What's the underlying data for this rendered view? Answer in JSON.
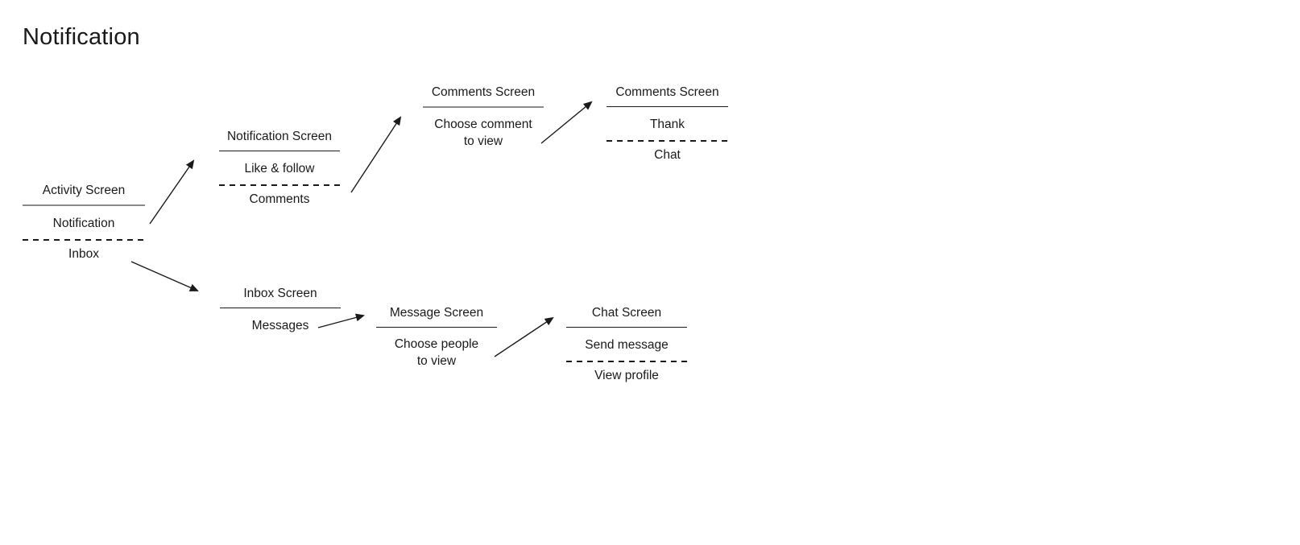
{
  "page": {
    "title": "Notification"
  },
  "colors": {
    "text": "#1a1a1a",
    "divider_gray": "#8a8a8a",
    "divider_black": "#1a1a1a"
  },
  "diagram": {
    "nodes": [
      {
        "id": "activity-screen",
        "title": "Activity Screen",
        "row1": "Notification",
        "row2": "Inbox"
      },
      {
        "id": "notification-screen",
        "title": "Notification Screen",
        "row1": "Like & follow",
        "row2": "Comments"
      },
      {
        "id": "comments-screen-view",
        "title": "Comments Screen",
        "row1": "Choose comment",
        "row1_line2": "to view"
      },
      {
        "id": "comments-screen-actions",
        "title": "Comments Screen",
        "row1": "Thank",
        "row2": "Chat"
      },
      {
        "id": "inbox-screen",
        "title": "Inbox Screen",
        "row1": "Messages"
      },
      {
        "id": "message-screen",
        "title": "Message Screen",
        "row1": "Choose people",
        "row1_line2": "to view"
      },
      {
        "id": "chat-screen",
        "title": "Chat Screen",
        "row1": "Send message",
        "row2": "View profile"
      }
    ],
    "edges": [
      {
        "from": "activity-screen / Notification",
        "to": "notification-screen"
      },
      {
        "from": "activity-screen / Inbox",
        "to": "inbox-screen"
      },
      {
        "from": "notification-screen / Comments",
        "to": "comments-screen-view"
      },
      {
        "from": "comments-screen-view / Choose comment to view",
        "to": "comments-screen-actions"
      },
      {
        "from": "inbox-screen / Messages",
        "to": "message-screen"
      },
      {
        "from": "message-screen / Choose people to view",
        "to": "chat-screen"
      }
    ]
  }
}
